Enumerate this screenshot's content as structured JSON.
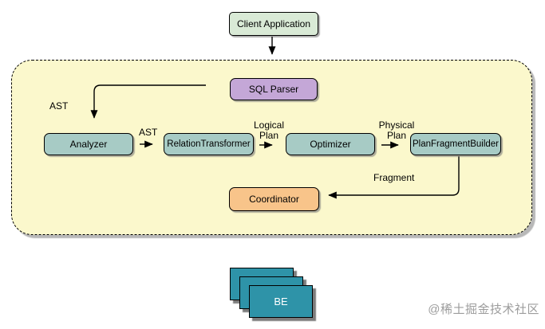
{
  "client": {
    "label": "Client Application"
  },
  "frontend": {
    "sql_parser": "SQL Parser",
    "analyzer": "Analyzer",
    "relation_transformer": "RelationTransformer",
    "optimizer": "Optimizer",
    "plan_fragment_builder": "PlanFragmentBuilder",
    "coordinator": "Coordinator"
  },
  "edges": {
    "ast_parser_to_analyzer": "AST",
    "ast_analyzer_to_transformer": "AST",
    "logical_plan": "Logical Plan",
    "physical_plan": "Physical Plan",
    "fragment": "Fragment"
  },
  "backend": {
    "be": "BE"
  },
  "watermark": "@稀土掘金技术社区",
  "colors": {
    "background": "#ffffff",
    "client_fill": "#d9ead6",
    "frontend_container_fill": "#fbf8cc",
    "stage_fill": "#a7cbc5",
    "parser_fill": "#c4a7d7",
    "coordinator_fill": "#f8c48a",
    "backend_fill": "#2e93a8",
    "line": "#000000",
    "watermark_gray": "#9c9c9c"
  }
}
